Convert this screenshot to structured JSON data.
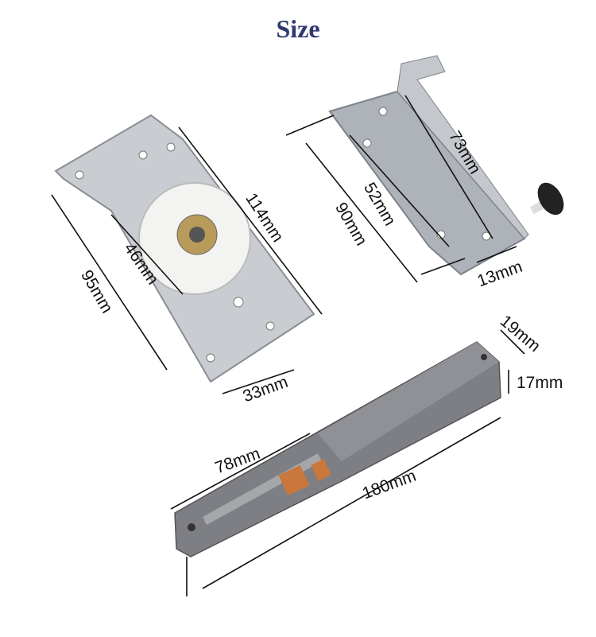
{
  "title": "Size",
  "parts": {
    "roller_bracket": {
      "dimensions": [
        "114mm",
        "95mm",
        "46mm",
        "33mm"
      ]
    },
    "guide_bracket": {
      "dimensions": [
        "73mm",
        "52mm",
        "90mm",
        "13mm"
      ]
    },
    "damper": {
      "dimensions": [
        "19mm",
        "17mm",
        "78mm",
        "180mm"
      ]
    }
  },
  "colors": {
    "title": "#2e3a6e",
    "metal": "#c9ccd0",
    "plastic": "#7d7f84",
    "accent": "#c9773a"
  }
}
